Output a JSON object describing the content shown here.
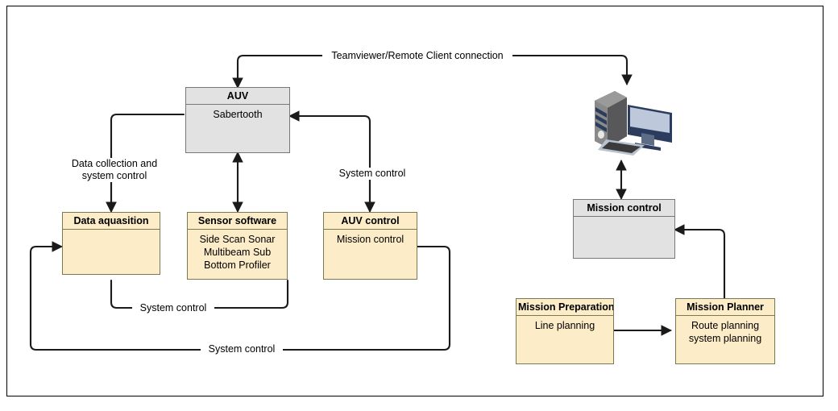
{
  "diagram": {
    "title": "AUV system architecture block diagram",
    "colors": {
      "node_yellow": "#fdecc8",
      "node_gray": "#e2e2e2",
      "node_border": "#666666",
      "edge": "#1a1a1a",
      "frame": "#000000"
    },
    "nodes": [
      {
        "id": "auv",
        "title": "AUV",
        "body": "Sabertooth",
        "fill": "gray"
      },
      {
        "id": "data_aq",
        "title": "Data aquasition",
        "body": "",
        "fill": "yellow"
      },
      {
        "id": "sensor_sw",
        "title": "Sensor software",
        "body": "Side Scan Sonar\nMultibeam\nSub Bottom Profiler",
        "fill": "yellow"
      },
      {
        "id": "auv_control",
        "title": "AUV control",
        "body": "Mission control",
        "fill": "yellow"
      },
      {
        "id": "mission_control",
        "title": "Mission control",
        "body": "",
        "fill": "gray"
      },
      {
        "id": "mission_prep",
        "title": "Mission Preparation",
        "body": "Line planning",
        "fill": "yellow"
      },
      {
        "id": "mission_planner",
        "title": "Mission Planner",
        "body": "Route planning\nsystem planning",
        "fill": "yellow"
      }
    ],
    "edge_labels": [
      {
        "id": "teamviewer",
        "text": "Teamviewer/Remote Client connection"
      },
      {
        "id": "data_collection",
        "text": "Data collection and\nsystem control"
      },
      {
        "id": "sys_ctrl_auvctl",
        "text": "System control"
      },
      {
        "id": "sys_ctrl_mid",
        "text": "System control"
      },
      {
        "id": "sys_ctrl_bottom",
        "text": "System control"
      }
    ],
    "icons": [
      {
        "id": "workstation",
        "name": "desktop-computer-icon"
      }
    ]
  }
}
